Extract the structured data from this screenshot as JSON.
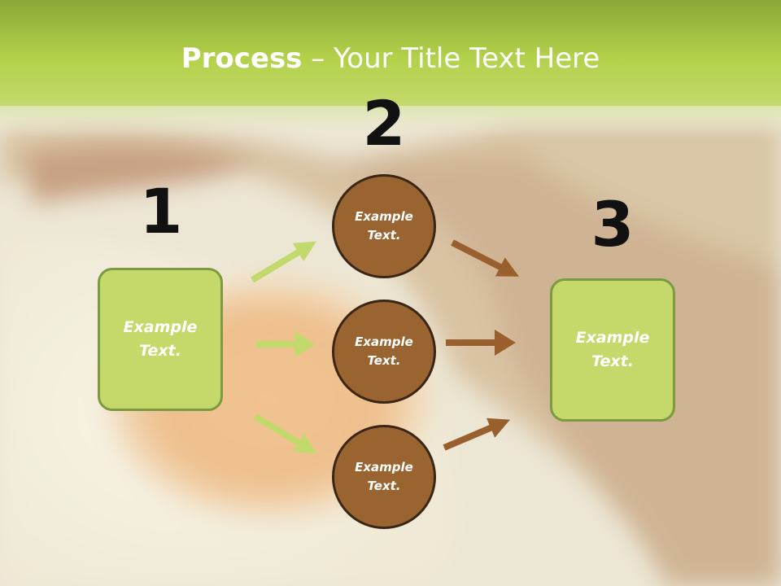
{
  "title": {
    "bold": "Process",
    "rest": " – Your Title Text Here"
  },
  "steps": [
    {
      "number": "1",
      "text": "Example\nText."
    },
    {
      "number": "2",
      "items": [
        "Example\nText.",
        "Example\nText.",
        "Example\nText."
      ]
    },
    {
      "number": "3",
      "text": "Example\nText."
    }
  ],
  "colors": {
    "green": "#c4d96a",
    "green_border": "#7d9a40",
    "brown": "#9a6431",
    "brown_arrow": "#99602e",
    "header": "#b7d44e"
  }
}
